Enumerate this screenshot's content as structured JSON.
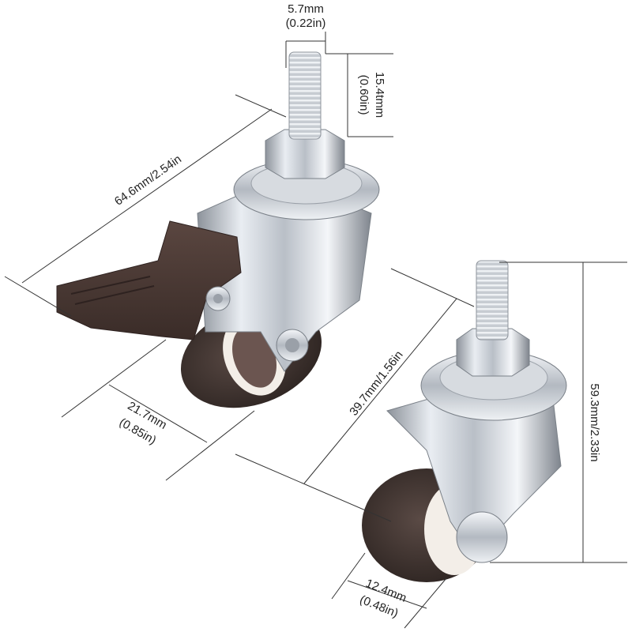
{
  "dimensions": {
    "thread_diameter": {
      "mm": "5.7mm",
      "inch": "(0.22in)"
    },
    "thread_length": {
      "mm": "15.4tmm",
      "inch": "(0.60in)"
    },
    "overall_length_braked": "64.6mm/2.54in",
    "brake_offset": {
      "mm": "21.7mm",
      "inch": "(0.85in)"
    },
    "wheel_diameter": "39.7mm/1.56in",
    "total_height": "59.3mm/2.33in",
    "wheel_width": {
      "mm": "12.4mm",
      "inch": "(0.48in)"
    }
  },
  "colors": {
    "background": "#ffffff",
    "dimension_line": "#333333",
    "chrome_light": "#f2f4f7",
    "chrome_dark": "#8d939b",
    "brake_lever": "#4a3934",
    "wheel": "#3b302d",
    "wheel_core": "#f3eee8"
  }
}
